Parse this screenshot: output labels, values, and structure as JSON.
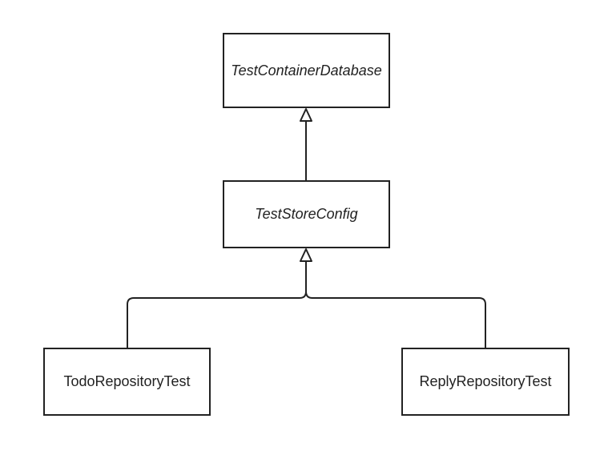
{
  "diagram": {
    "classes": [
      {
        "id": "test-container-database",
        "label": "TestContainerDatabase",
        "abstract": true
      },
      {
        "id": "test-store-config",
        "label": "TestStoreConfig",
        "abstract": true
      },
      {
        "id": "todo-repository-test",
        "label": "TodoRepositoryTest",
        "abstract": false
      },
      {
        "id": "reply-repository-test",
        "label": "ReplyRepositoryTest",
        "abstract": false
      }
    ],
    "relations": [
      {
        "from": "test-store-config",
        "to": "test-container-database",
        "type": "inheritance"
      },
      {
        "from": "todo-repository-test",
        "to": "test-store-config",
        "type": "inheritance"
      },
      {
        "from": "reply-repository-test",
        "to": "test-store-config",
        "type": "inheritance"
      }
    ],
    "colors": {
      "stroke": "#222222",
      "background": "#ffffff"
    }
  }
}
